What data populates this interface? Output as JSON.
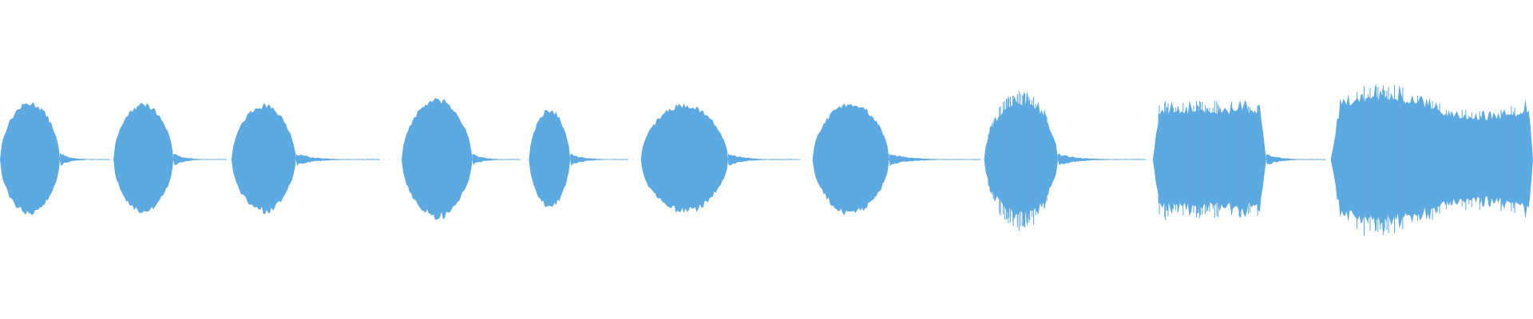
{
  "waveform": {
    "color": "#5DA9E1",
    "segments": [
      {
        "name": "segment-1",
        "start": 0.0,
        "end": 0.039,
        "peak": 0.82,
        "tail_end": 0.072,
        "style": "smooth",
        "jagged": false
      },
      {
        "name": "segment-2",
        "start": 0.074,
        "end": 0.113,
        "peak": 0.8,
        "tail_end": 0.148,
        "style": "smooth",
        "jagged": false
      },
      {
        "name": "segment-3",
        "start": 0.151,
        "end": 0.193,
        "peak": 0.78,
        "tail_end": 0.248,
        "style": "smooth",
        "jagged": false
      },
      {
        "name": "segment-4",
        "start": 0.262,
        "end": 0.308,
        "peak": 0.86,
        "tail_end": 0.34,
        "style": "smooth",
        "jagged": false
      },
      {
        "name": "segment-5",
        "start": 0.345,
        "end": 0.372,
        "peak": 0.72,
        "tail_end": 0.41,
        "style": "narrow",
        "jagged": false
      },
      {
        "name": "segment-6",
        "start": 0.418,
        "end": 0.475,
        "peak": 0.79,
        "tail_end": 0.522,
        "style": "smooth",
        "jagged": false
      },
      {
        "name": "segment-7",
        "start": 0.53,
        "end": 0.58,
        "peak": 0.81,
        "tail_end": 0.64,
        "style": "smooth",
        "jagged": false
      },
      {
        "name": "segment-8",
        "start": 0.642,
        "end": 0.69,
        "peak": 0.84,
        "tail_end": 0.748,
        "style": "spiky",
        "jagged": true
      },
      {
        "name": "segment-9",
        "start": 0.752,
        "end": 0.826,
        "peak": 0.7,
        "tail_end": 0.865,
        "style": "plateau",
        "jagged": true
      },
      {
        "name": "segment-10",
        "start": 0.868,
        "end": 1.0,
        "peak": 0.9,
        "tail_end": 1.0,
        "style": "dense",
        "jagged": true
      }
    ]
  }
}
